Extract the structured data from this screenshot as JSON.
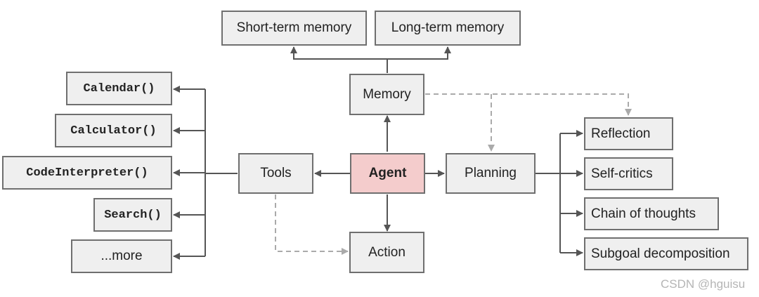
{
  "memory_group": {
    "short_term": "Short-term memory",
    "long_term": "Long-term memory",
    "memory": "Memory"
  },
  "agent": "Agent",
  "tools": {
    "label": "Tools",
    "items": [
      "Calendar()",
      "Calculator()",
      "CodeInterpreter()",
      "Search()",
      "...more"
    ]
  },
  "planning": {
    "label": "Planning",
    "items": [
      "Reflection",
      "Self-critics",
      "Chain of thoughts",
      "Subgoal decomposition"
    ]
  },
  "action": "Action",
  "watermark": "CSDN @hguisu",
  "colors": {
    "agent_fill": "#f4cccc",
    "box_fill": "#efefef",
    "border": "#6f6f6f",
    "dashed_line": "#aaaaaa"
  }
}
